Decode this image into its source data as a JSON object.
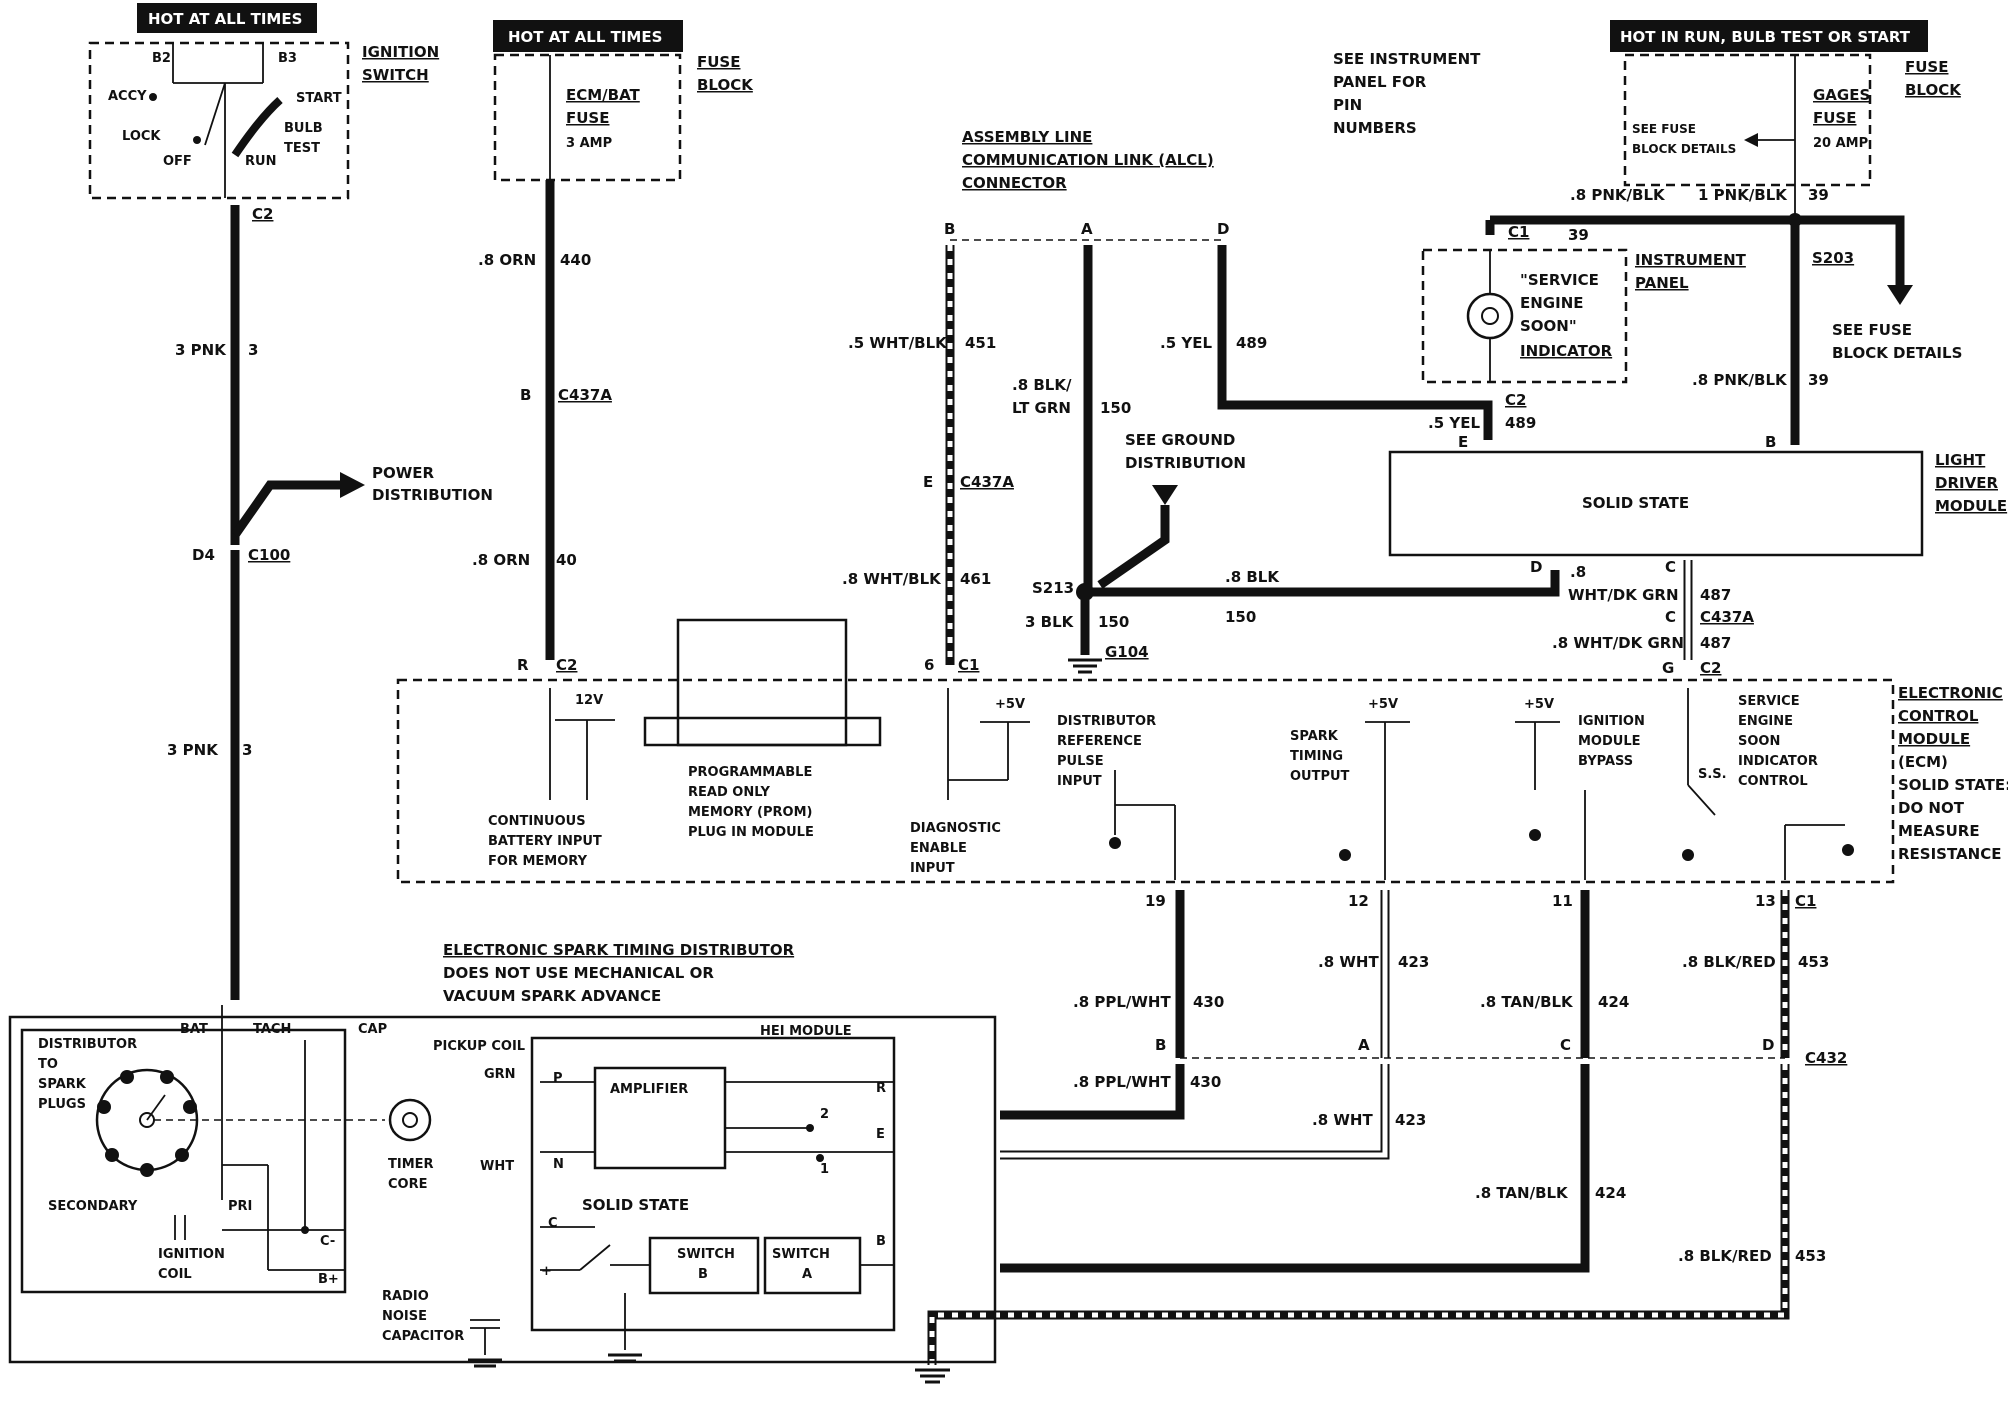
{
  "headers": {
    "hot_ignition": "HOT AT ALL TIMES",
    "hot_fuse": "HOT AT ALL TIMES",
    "hot_run": "HOT IN RUN, BULB TEST OR START"
  },
  "ignition_switch": {
    "title_line1": "IGNITION",
    "title_line2": "SWITCH",
    "b2": "B2",
    "b3": "B3",
    "accy": "ACCY",
    "lock": "LOCK",
    "off": "OFF",
    "run": "RUN",
    "start": "START",
    "bulb": "BULB",
    "test": "TEST",
    "connector": "C2"
  },
  "ign_wires": {
    "w1": "3 PNK",
    "c1": "3",
    "power_line1": "POWER",
    "power_line2": "DISTRIBUTION",
    "d4": "D4",
    "c100": "C100",
    "w2": "3 PNK",
    "c2": "3"
  },
  "fuse_block": {
    "title_line1": "FUSE",
    "title_line2": "BLOCK",
    "fuse_line1": "ECM/BAT",
    "fuse_line2": "FUSE",
    "amp": "3 AMP",
    "w1": ".8 ORN",
    "c1": "440",
    "b": "B",
    "c437a": "C437A",
    "w2": ".8 ORN",
    "c2": "40",
    "r": "R",
    "conn": "C2"
  },
  "alcl": {
    "title_line1": "ASSEMBLY LINE",
    "title_line2": "COMMUNICATION LINK (ALCL)",
    "title_line3": "CONNECTOR",
    "b": "B",
    "a": "A",
    "d": "D",
    "w451": ".5 WHT/BLK",
    "c451": "451",
    "w150a": ".8 BLK/",
    "w150b": "LT GRN",
    "c150": "150",
    "w489": ".5 YEL",
    "c489": "489",
    "e": "E",
    "c437a": "C437A",
    "w461": ".8 WHT/BLK",
    "c461": "461",
    "pin6": "6",
    "c1": "C1"
  },
  "ground": {
    "see_line1": "SEE GROUND",
    "see_line2": "DISTRIBUTION",
    "s213": "S213",
    "w_blk": ".8 BLK",
    "c_blk": "150",
    "w_3blk": "3 BLK",
    "c_3blk": "150",
    "g104": "G104"
  },
  "instrument_note": {
    "line1": "SEE INSTRUMENT",
    "line2": "PANEL FOR",
    "line3": "PIN",
    "line4": "NUMBERS"
  },
  "gauges": {
    "title_line1": "FUSE",
    "title_line2": "BLOCK",
    "fuse_line1": "GAGES",
    "fuse_line2": "FUSE",
    "amp": "20 AMP",
    "see_line1": "SEE FUSE",
    "see_line2": "BLOCK DETAILS",
    "w_left": ".8 PNK/BLK",
    "w_right": "1 PNK/BLK",
    "c39a": "39",
    "c1": "C1",
    "c39b": "39",
    "s203": "S203",
    "see2_line1": "SEE FUSE",
    "see2_line2": "BLOCK DETAILS",
    "w_down": ".8 PNK/BLK",
    "c39c": "39"
  },
  "instrument_panel": {
    "title_line1": "INSTRUMENT",
    "title_line2": "PANEL",
    "ind_line1": "\"SERVICE",
    "ind_line2": "ENGINE",
    "ind_line3": "SOON\"",
    "ind_line4": "INDICATOR",
    "c2": "C2",
    "w489": ".5 YEL",
    "c489": "489"
  },
  "light_driver": {
    "label": "SOLID STATE",
    "title_line1": "LIGHT",
    "title_line2": "DRIVER",
    "title_line3": "MODULE",
    "e": "E",
    "b": "B",
    "d": "D",
    "c": "C",
    "w_d1": ".8",
    "w_d2": "WHT/DK GRN",
    "c487a": "487",
    "c2pin": "C",
    "c437a": "C437A",
    "w487": ".8 WHT/DK GRN",
    "c487b": "487",
    "g": "G",
    "conn": "C2"
  },
  "ecm": {
    "title_line1": "ELECTRONIC",
    "title_line2": "CONTROL",
    "title_line3": "MODULE",
    "title_line4": "(ECM)",
    "note_line1": "SOLID STATE:",
    "note_line2": "DO NOT",
    "note_line3": "MEASURE",
    "note_line4": "RESISTANCE",
    "v12": "12V",
    "cont_line1": "CONTINUOUS",
    "cont_line2": "BATTERY INPUT",
    "cont_line3": "FOR MEMORY",
    "prom_line1": "PROGRAMMABLE",
    "prom_line2": "READ ONLY",
    "prom_line3": "MEMORY (PROM)",
    "prom_line4": "PLUG IN MODULE",
    "v5a": "+5V",
    "diag_line1": "DIAGNOSTIC",
    "diag_line2": "ENABLE",
    "diag_line3": "INPUT",
    "dist_line1": "DISTRIBUTOR",
    "dist_line2": "REFERENCE",
    "dist_line3": "PULSE",
    "dist_line4": "INPUT",
    "v5b": "+5V",
    "spark_line1": "SPARK",
    "spark_line2": "TIMING",
    "spark_line3": "OUTPUT",
    "v5c": "+5V",
    "ign_line1": "IGNITION",
    "ign_line2": "MODULE",
    "ign_line3": "BYPASS",
    "ses_line1": "SERVICE",
    "ses_line2": "ENGINE",
    "ses_line3": "SOON",
    "ses_line4": "INDICATOR",
    "ses_line5": "CONTROL",
    "ss": "S.S.",
    "p19": "19",
    "p12": "12",
    "p11": "11",
    "p13": "13",
    "c1": "C1"
  },
  "lower_wires": {
    "w430": ".8 PPL/WHT",
    "c430": "430",
    "w423": ".8 WHT",
    "c423": "423",
    "w424": ".8 TAN/BLK",
    "c424": "424",
    "w453": ".8 BLK/RED",
    "c453": "453",
    "b": "B",
    "a": "A",
    "c": "C",
    "d": "D",
    "c432": "C432",
    "w430b": ".8 PPL/WHT",
    "c430b": "430",
    "w423b": ".8 WHT",
    "c423b": "423",
    "w424b": ".8 TAN/BLK",
    "c424b": "424",
    "w453b": ".8 BLK/RED",
    "c453b": "453"
  },
  "distributor": {
    "title_line1": "ELECTRONIC SPARK TIMING DISTRIBUTOR",
    "title_line2": "DOES NOT USE MECHANICAL OR",
    "title_line3": "VACUUM SPARK ADVANCE",
    "bat": "BAT",
    "tach": "TACH",
    "cap": "CAP",
    "dist_line1": "DISTRIBUTOR",
    "dist_line2": "TO",
    "dist_line3": "SPARK",
    "dist_line4": "PLUGS",
    "secondary": "SECONDARY",
    "pri": "PRI",
    "coil_line1": "IGNITION",
    "coil_line2": "COIL",
    "c_minus": "C-",
    "b_plus": "B+",
    "timer_line1": "TIMER",
    "timer_line2": "CORE",
    "pickup": "PICKUP COIL",
    "grn": "GRN",
    "wht": "WHT",
    "radio_line1": "RADIO",
    "radio_line2": "NOISE",
    "radio_line3": "CAPACITOR",
    "hei": "HEI MODULE",
    "amplifier": "AMPLIFIER",
    "solid_state": "SOLID STATE",
    "p": "P",
    "n": "N",
    "c": "C",
    "plus": "+",
    "switch_b_line1": "SWITCH",
    "switch_b_line2": "B",
    "switch_a_line1": "SWITCH",
    "switch_a_line2": "A",
    "pos2": "2",
    "pos1": "1",
    "r": "R",
    "e": "E",
    "b": "B"
  }
}
